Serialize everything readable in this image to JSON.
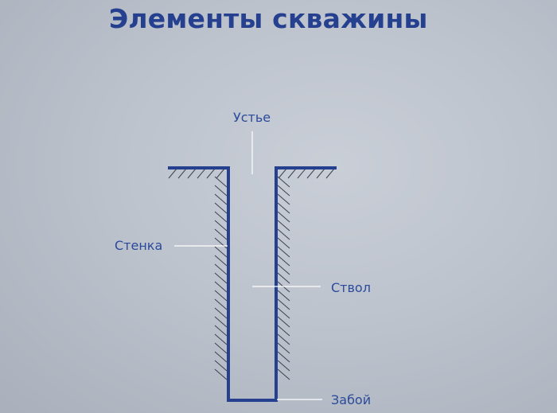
{
  "title": "Элементы скважины",
  "labels": {
    "ustye": "Устье",
    "stenka": "Стенка",
    "stvol": "Ствол",
    "zaboy": "Забой"
  },
  "colors": {
    "title": "#25408f",
    "well_outline": "#24408f",
    "hatch": "#3b4150",
    "leader_line": "#ffffff",
    "label_text": "#2b4a9b"
  }
}
